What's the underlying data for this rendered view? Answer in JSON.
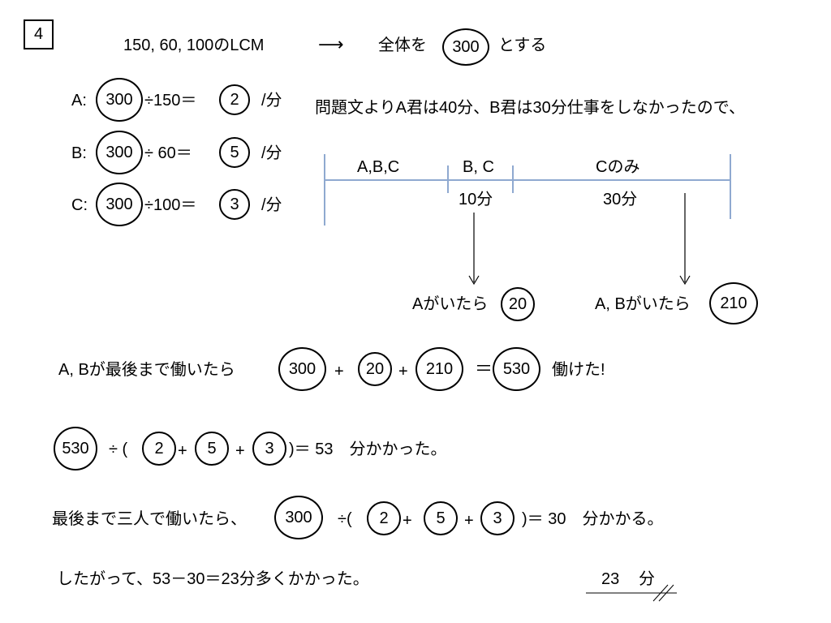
{
  "problem_number": "4",
  "header": {
    "lcm_text": "150, 60, 100のLCM",
    "arrow": "⟶",
    "whole_pre": "全体を",
    "whole_value": "300",
    "whole_post": "とする"
  },
  "rates": [
    {
      "label": "A:",
      "total": "300",
      "op": "÷150＝",
      "rate": "2",
      "unit": "/分"
    },
    {
      "label": "B:",
      "total": "300",
      "op": "÷ 60＝",
      "rate": "5",
      "unit": "/分"
    },
    {
      "label": "C:",
      "total": "300",
      "op": "÷100＝",
      "rate": "3",
      "unit": "/分"
    }
  ],
  "statement": "問題文よりA君は40分、B君は30分仕事をしなかったので、",
  "timeline": {
    "seg1": "A,B,C",
    "seg2": "B, C",
    "seg3": "Cのみ",
    "dur2": "10分",
    "dur3": "30分",
    "a_text": "Aがいたら",
    "a_value": "20",
    "ab_text": "A, Bがいたら",
    "ab_value": "210"
  },
  "line1": {
    "text": "A, Bが最後まで働いたら",
    "v1": "300",
    "plus1": "+",
    "v2": "20",
    "plus2": "+",
    "v3": "210",
    "eq": "＝",
    "v4": "530",
    "tail": "働けた!"
  },
  "line2": {
    "v1": "530",
    "op": "÷ (",
    "r1": "2",
    "plus1": "+",
    "r2": "5",
    "plus2": "+",
    "r3": "3",
    "tail": ")＝ 53　分かかった。"
  },
  "line3": {
    "text": "最後まで三人で働いたら、",
    "v1": "300",
    "op": "÷(",
    "r1": "2",
    "plus1": "+",
    "r2": "5",
    "plus2": "+",
    "r3": "3",
    "tail": ")＝ 30　分かかる。"
  },
  "line4": {
    "text": "したがって、53－30＝23分多くかかった。"
  },
  "answer": {
    "value": "23",
    "unit": "分"
  }
}
